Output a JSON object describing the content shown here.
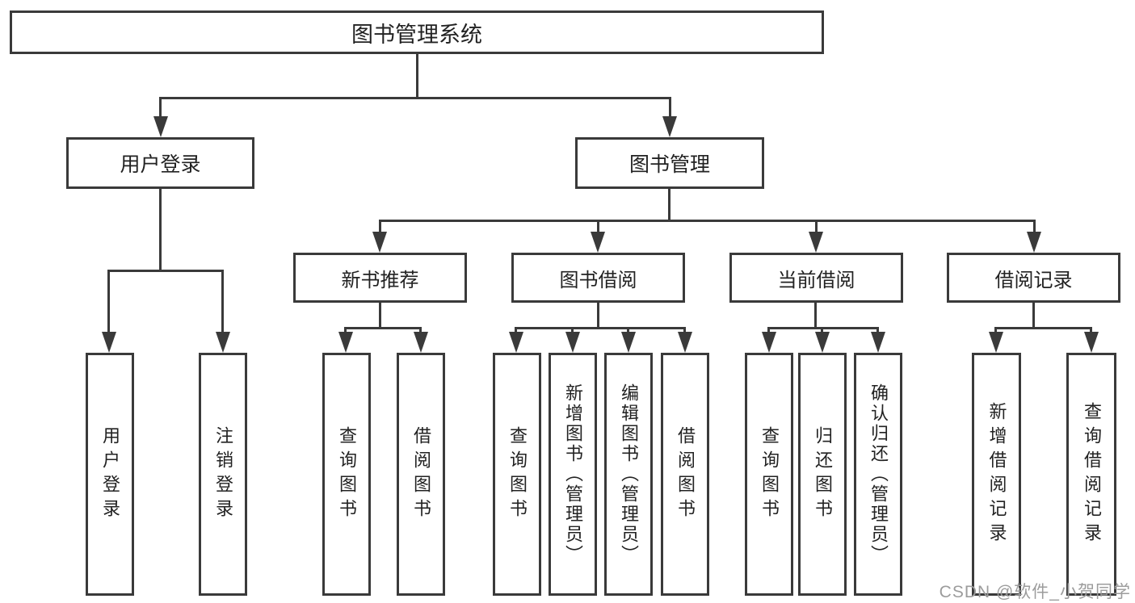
{
  "diagram": {
    "root": "图书管理系统",
    "branches": [
      {
        "label": "用户登录",
        "children": [
          {
            "label": "用户登录"
          },
          {
            "label": "注销登录"
          }
        ]
      },
      {
        "label": "图书管理",
        "children": [
          {
            "label": "新书推荐",
            "children": [
              {
                "label": "查询图书"
              },
              {
                "label": "借阅图书"
              }
            ]
          },
          {
            "label": "图书借阅",
            "children": [
              {
                "label": "查询图书"
              },
              {
                "label": "新增图书（管理员）"
              },
              {
                "label": "编辑图书（管理员）"
              },
              {
                "label": "借阅图书"
              }
            ]
          },
          {
            "label": "当前借阅",
            "children": [
              {
                "label": "查询图书"
              },
              {
                "label": "归还图书"
              },
              {
                "label": "确认归还（管理员）"
              }
            ]
          },
          {
            "label": "借阅记录",
            "children": [
              {
                "label": "新增借阅记录"
              },
              {
                "label": "查询借阅记录"
              }
            ]
          }
        ]
      }
    ]
  },
  "watermark": {
    "text": "CSDN @软件_小贺同学"
  },
  "colors": {
    "line": "#3a3a3a",
    "text": "#222222",
    "watermark": "#9c9c9c",
    "bg": "#ffffff"
  }
}
